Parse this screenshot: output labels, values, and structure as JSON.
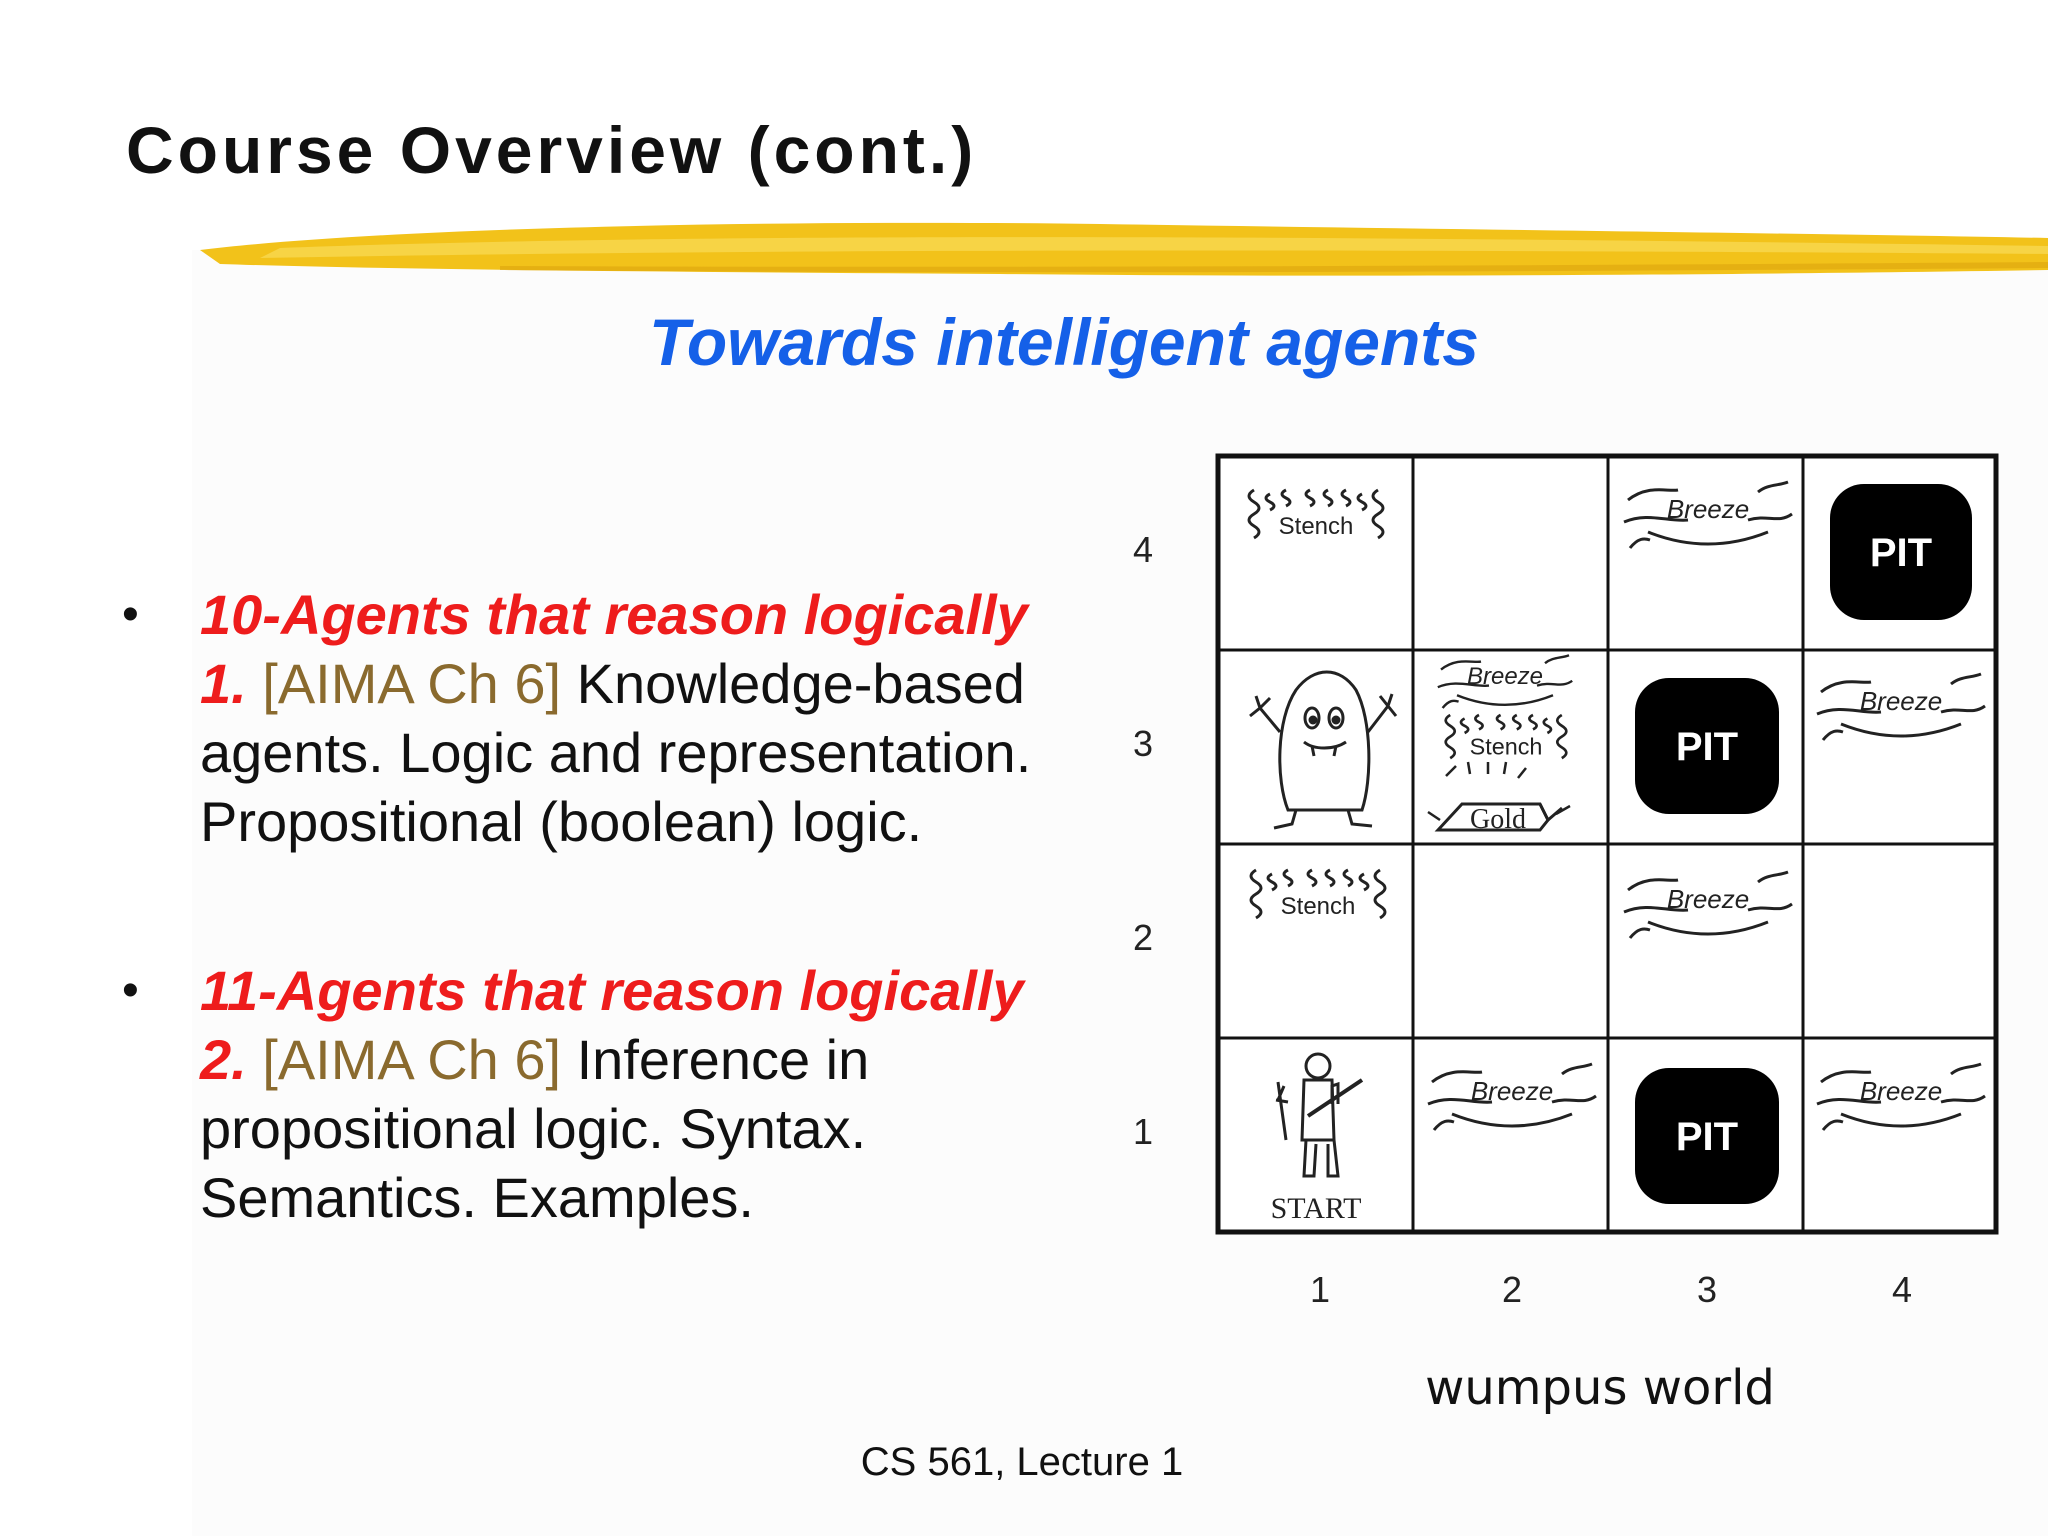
{
  "slide": {
    "title": "Course Overview (cont.)",
    "subtitle": "Towards intelligent agents",
    "footer": "CS 561,  Lecture 1",
    "accent_color": "#f2c21a",
    "subtitle_color": "#1560e8",
    "highlight_color": "#ee1c1c",
    "reference_color": "#8a6a2e"
  },
  "bullets": [
    {
      "highlight": "10-Agents that reason logically 1.",
      "reference": "[AIMA Ch 6]",
      "text": "Knowledge-based agents. Logic and representation. Propositional (boolean) logic."
    },
    {
      "highlight": "11-Agents that reason logically 2.",
      "reference": "[AIMA Ch 6]",
      "text": "Inference in propositional logic. Syntax. Semantics. Examples."
    }
  ],
  "wumpus": {
    "caption": "wumpus world",
    "row_labels": [
      "4",
      "3",
      "2",
      "1"
    ],
    "col_labels": [
      "1",
      "2",
      "3",
      "4"
    ],
    "pit": "PIT",
    "breeze": "Breeze",
    "stench": "Stench",
    "gold": "Gold",
    "start": "START"
  }
}
